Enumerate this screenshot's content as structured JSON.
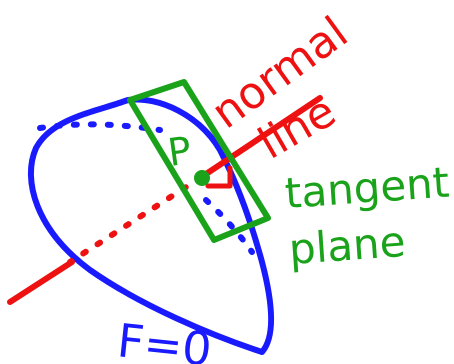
{
  "labels": {
    "point": "P",
    "normal_word1": "normal",
    "normal_word2": "line",
    "tangent_word1": "tangent",
    "tangent_word2": "plane",
    "surface": "F=0"
  },
  "colors": {
    "surface": "#1a1aff",
    "normal": "#ee1111",
    "plane": "#1aa31a",
    "background": "#ffffff"
  }
}
